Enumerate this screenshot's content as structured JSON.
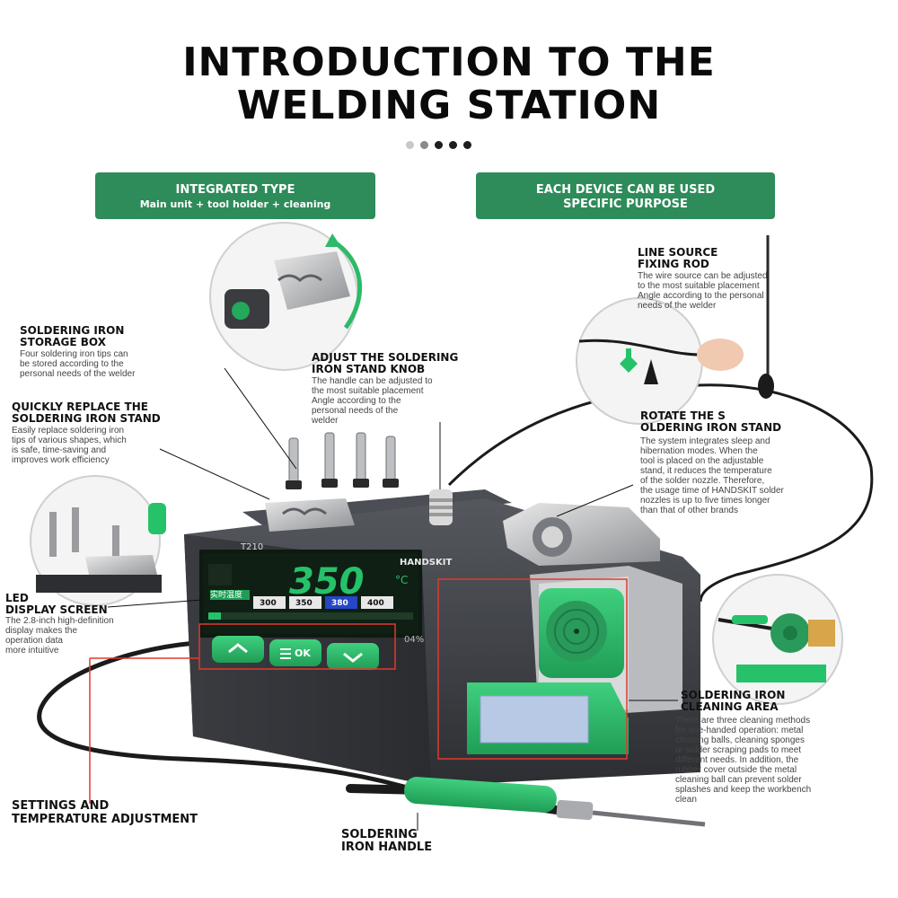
{
  "header": {
    "title_line1": "INTRODUCTION TO THE",
    "title_line2": "WELDING STATION"
  },
  "carousel_dots": [
    {
      "color": "#c8c8c8"
    },
    {
      "color": "#8a8a8a"
    },
    {
      "color": "#1e1e1e"
    },
    {
      "color": "#1e1e1e"
    },
    {
      "color": "#1e1e1e"
    }
  ],
  "pills": {
    "left": {
      "title": "INTEGRATED TYPE",
      "subtitle": "Main unit + tool holder + cleaning"
    },
    "right": {
      "title_line1": "EACH DEVICE CAN BE USED",
      "title_line2": "SPECIFIC PURPOSE"
    }
  },
  "callouts": {
    "storage_box": {
      "title_line1": "SOLDERING IRON",
      "title_line2": "STORAGE BOX",
      "desc": [
        "Four soldering iron tips can",
        "be stored according to the",
        "personal needs of the welder"
      ]
    },
    "stand_knob": {
      "title_line1": "ADJUST THE SOLDERING",
      "title_line2": "IRON STAND KNOB",
      "desc": [
        "The handle can be adjusted to",
        "the most suitable placement",
        "Angle according to the",
        "personal needs of the",
        "welder"
      ]
    },
    "line_source": {
      "title_line1": "LINE SOURCE",
      "title_line2": "FIXING ROD",
      "desc": [
        "The wire source can be adjusted",
        "to the most  suitable placement",
        "Angle according  to the personal",
        "needs of the welder"
      ]
    },
    "quick_replace": {
      "title_line1": "QUICKLY REPLACE THE",
      "title_line2": "SOLDERING IRON STAND",
      "desc": [
        "Easily replace soldering iron",
        "tips of various shapes, which",
        "is safe, time-saving and",
        "improves work efficiency"
      ]
    },
    "rotate_stand": {
      "title_line1": "ROTATE THE S",
      "title_line2": "OLDERING IRON STAND",
      "desc": [
        "The system integrates sleep and",
        "hibernation modes. When the",
        "tool is placed on the adjustable",
        "stand, it reduces the temperature",
        " of the solder nozzle. Therefore,",
        "the usage time of HANDSKIT solder",
        "nozzles is up to five times longer",
        "than that of other brands"
      ]
    },
    "led_display": {
      "title_line1": "LED",
      "title_line2": "DISPLAY SCREEN",
      "desc": [
        "The 2.8-inch high-definition",
        "display makes the",
        "operation data",
        "more intuitive"
      ]
    },
    "cleaning_area": {
      "title_line1": "SOLDERING IRON",
      "title_line2": "CLEANING AREA",
      "desc": [
        "There are three cleaning methods",
        " for one-handed operation: metal",
        "cleaning balls, cleaning sponges",
        "or solder scraping pads to meet",
        "different needs. In addition, the",
        "rubber cover outside the metal",
        "cleaning ball can prevent solder",
        "splashes and keep the workbench",
        "clean"
      ]
    },
    "settings": {
      "title_line1": "SETTINGS AND",
      "title_line2": "TEMPERATURE ADJUSTMENT"
    },
    "handle": {
      "title_line1": "SOLDERING",
      "title_line2": "IRON HANDLE"
    }
  },
  "device": {
    "model": "T210",
    "brand": "HANDSKIT",
    "screen_label": "实时温度",
    "temperature": "350",
    "unit": "°C",
    "presets": [
      "300",
      "350",
      "380",
      "400"
    ],
    "percent": "04%",
    "ok_label": "OK"
  },
  "colors": {
    "accent_green": "#2e8b5a",
    "bright_green": "#25c26a",
    "screen_bg": "#0d1a10",
    "red_box": "#e03a2e",
    "body_dark": "#3b3d42"
  }
}
